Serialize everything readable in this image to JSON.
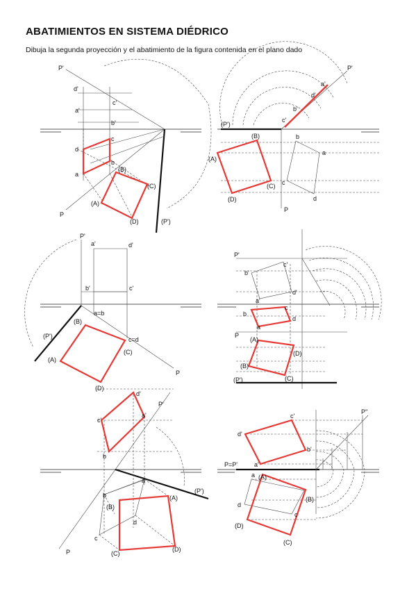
{
  "header": {
    "title": "ABATIMIENTOS EN SISTEMA DIÉDRICO",
    "subtitle": "Dibuja la segunda proyección y el abatimiento de la figura contenida en el plano dado"
  },
  "colors": {
    "accent_red": "#e53935",
    "ink": "#111111"
  },
  "labels": {
    "p1": [
      "P'",
      "d'",
      "c'",
      "a'",
      "b'",
      "d",
      "c",
      "b",
      "a",
      "(B)",
      "(C)",
      "(A)",
      "(D)",
      "(P')",
      "P"
    ],
    "p2": [
      "P'",
      "a'",
      "d'",
      "b'",
      "c'",
      "(P')",
      "(B)",
      "b",
      "a",
      "(A)",
      "(C)",
      "c",
      "d",
      "(D)",
      "P"
    ],
    "p3": [
      "P'",
      "a'",
      "d'",
      "b'",
      "c'",
      "a=b",
      "(B)",
      "c=d",
      "(P')",
      "(A)",
      "(C)",
      "(D)",
      "P"
    ],
    "p4": [
      "P'",
      "c'",
      "b'",
      "d'",
      "a'",
      "c",
      "b",
      "d",
      "a",
      "P",
      "(A)",
      "(D)",
      "(B)",
      "(C)",
      "(P')"
    ],
    "p5": [
      "d'",
      "P'",
      "c'",
      "a'",
      "b",
      "a",
      "(P')",
      "b",
      "(B)",
      "d",
      "(A)",
      "c",
      "(C)",
      "(D)",
      "P"
    ],
    "p6": [
      "P''",
      "c'",
      "d'",
      "b'",
      "P=P'",
      "a'",
      "a",
      "(B)",
      "d",
      "c",
      "(D)",
      "(C)",
      "(A)"
    ]
  }
}
